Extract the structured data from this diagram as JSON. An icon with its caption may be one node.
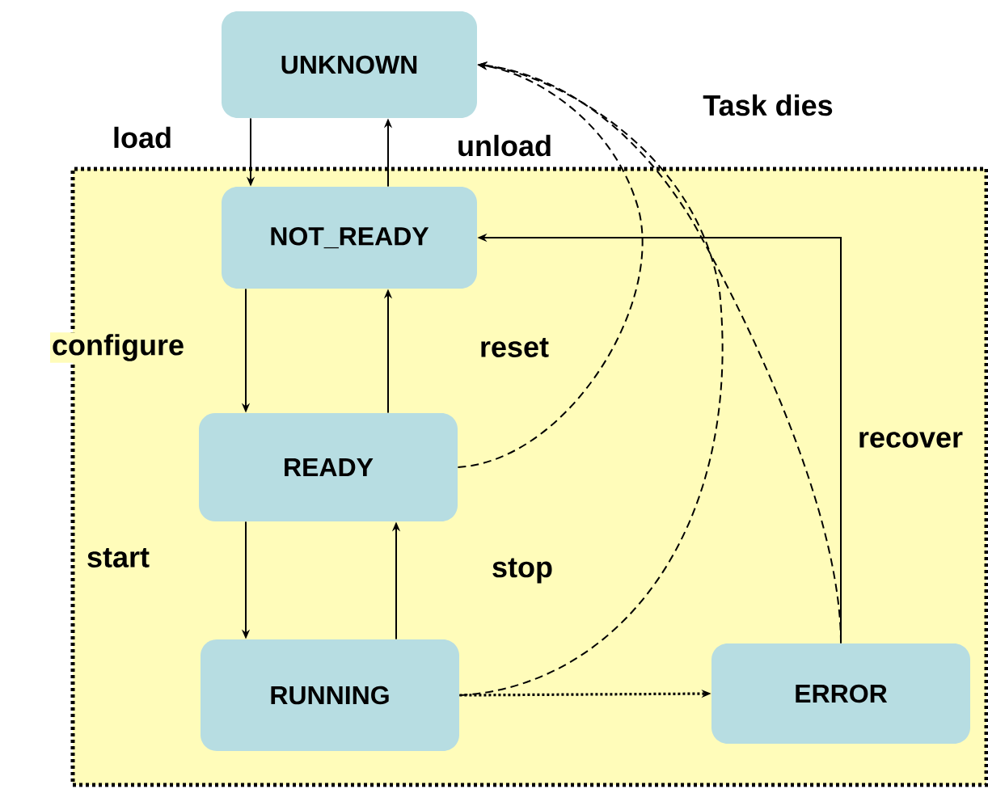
{
  "diagram": {
    "nodes": [
      {
        "text": [],
        "shape": "box"
      },
      {
        "text": [
          "UNKNOWN"
        ]
      },
      {
        "text": [
          "NOT_READY"
        ],
        "in": 0
      },
      {
        "text": [
          "READY"
        ],
        "in": 0
      },
      {
        "text": [
          "RUNNING"
        ],
        "in": 0
      },
      {
        "text": [
          "ERROR"
        ],
        "in": 0
      }
    ],
    "edges": [
      {
        "from": 1,
        "to": 2,
        "arrow": "to",
        "label": "load"
      },
      {
        "from": 2,
        "to": 1,
        "arrow": "to",
        "label": "unload"
      },
      {
        "from": 2,
        "to": 3,
        "arrow": "to",
        "label": "configure"
      },
      {
        "from": 3,
        "to": 2,
        "arrow": "to",
        "label": "reset"
      },
      {
        "from": 3,
        "to": 4,
        "arrow": "to",
        "label": "start"
      },
      {
        "from": 4,
        "to": 3,
        "arrow": "to",
        "label": "stop"
      },
      {
        "from": 4,
        "to": 5,
        "arrow": "to",
        "style": "dashed"
      },
      {
        "from": 5,
        "to": 2,
        "arrow": "to",
        "label": "recover"
      },
      {
        "from": 3,
        "to": 1,
        "arrow": "to",
        "style": "dashed"
      },
      {
        "from": 4,
        "to": 1,
        "arrow": "to",
        "style": "dashed"
      },
      {
        "from": 5,
        "to": 1,
        "arrow": "to",
        "style": "dashed"
      }
    ],
    "labels": [
      "Task dies"
    ]
  }
}
